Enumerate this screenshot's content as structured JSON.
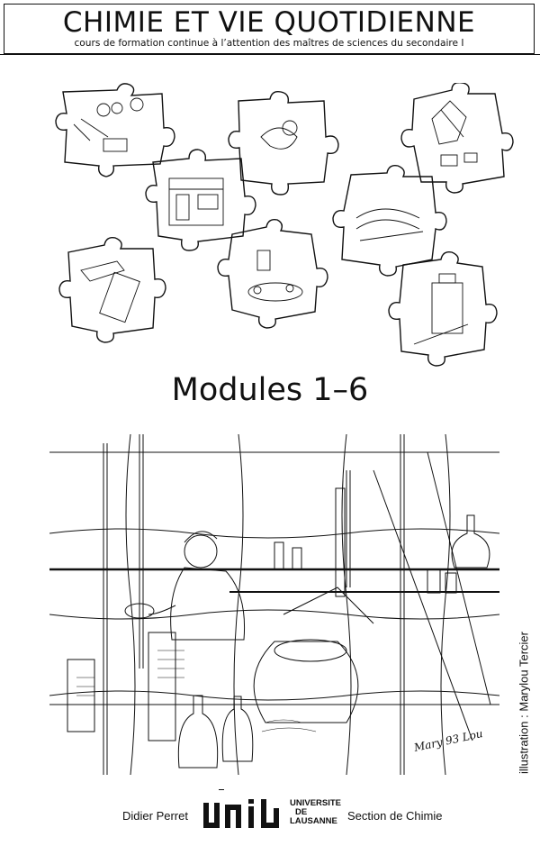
{
  "header": {
    "title": "CHIMIE ET VIE QUOTIDIENNE",
    "subtitle": "cours de formation continue à l’attention des maîtres de sciences du secondaire I"
  },
  "main": {
    "modules_label": "Modules 1–6"
  },
  "illustration": {
    "signature": "Mary 93 Lou",
    "credit": "illustration : Marylou Tercier"
  },
  "footer": {
    "author": "Didier Perret",
    "logo_letters": "unil",
    "university_lines": [
      "UNIVERSITE",
      "DE",
      "LAUSANNE"
    ],
    "section": "Section de Chimie"
  }
}
